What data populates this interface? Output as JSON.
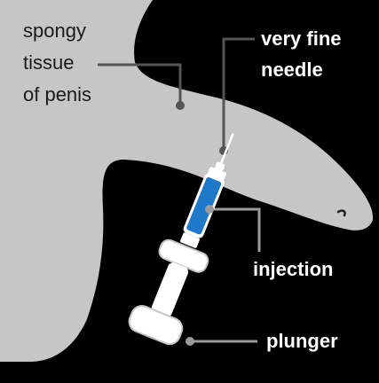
{
  "labels": {
    "spongy_tissue": [
      "spongy",
      "tissue",
      "of penis"
    ],
    "needle": [
      "very fine",
      "needle"
    ],
    "injection": "injection",
    "plunger": "plunger"
  },
  "colors": {
    "background": "#000000",
    "tissue": "#c6c6c6",
    "syringe_body": "#ffffff",
    "injection_fluid": "#1f78c8",
    "leader_line_dark": "#555555",
    "leader_line_light": "#9a9a9a"
  }
}
